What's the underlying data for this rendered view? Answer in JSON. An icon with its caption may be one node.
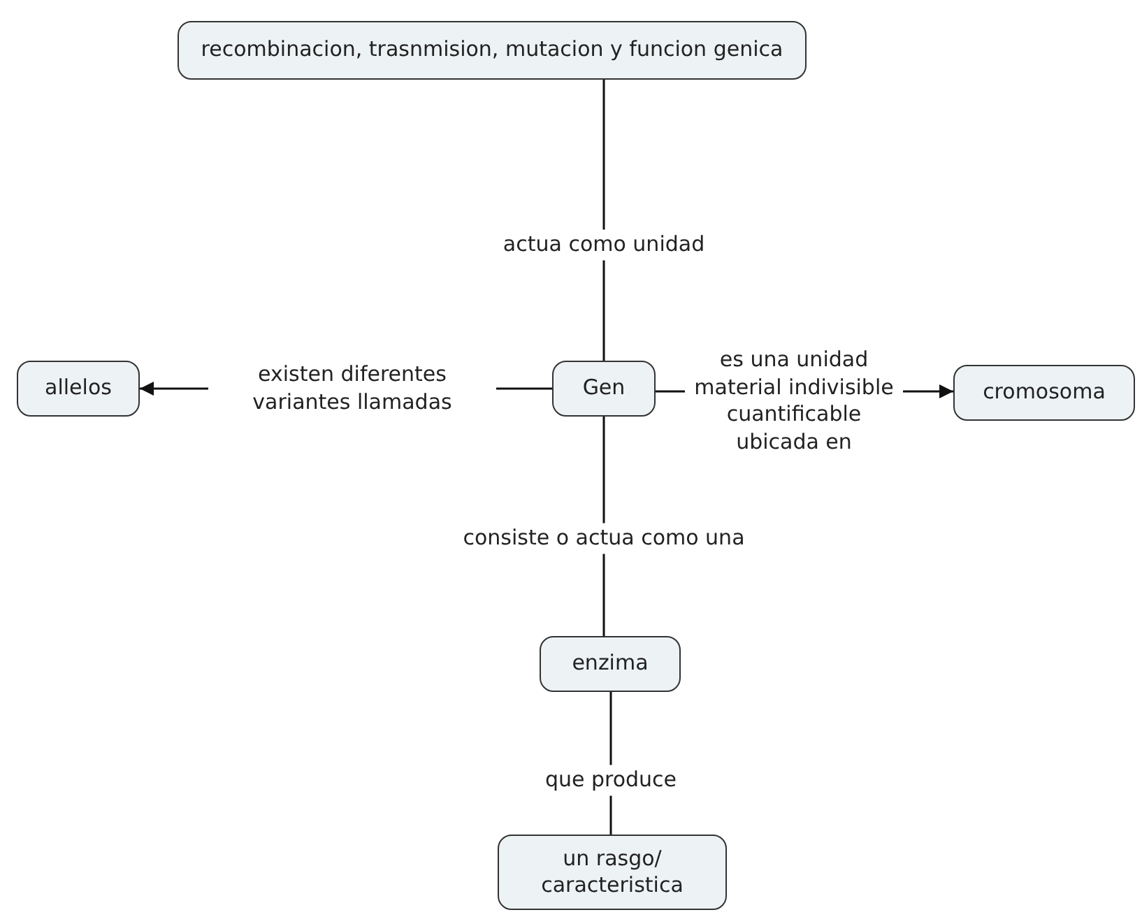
{
  "diagram": {
    "nodes": [
      {
        "text": [
          "recombinacion, trasnmision, mutacion y funcion genica"
        ]
      },
      {
        "text": [
          "Gen"
        ]
      },
      {
        "text": [
          "allelos"
        ]
      },
      {
        "text": [
          "cromosoma"
        ]
      },
      {
        "text": [
          "enzima"
        ]
      },
      {
        "text": [
          "un rasgo/ caracteristica"
        ]
      }
    ],
    "edges": [
      {
        "from": 1,
        "to": 0,
        "arrow": "none",
        "label": "actua como unidad"
      },
      {
        "from": 1,
        "to": 2,
        "arrow": "to",
        "label": "existen diferentes variantes llamadas"
      },
      {
        "from": 1,
        "to": 3,
        "arrow": "to",
        "label": "es una unidad material indivisible cuantificable ubicada en"
      },
      {
        "from": 1,
        "to": 4,
        "arrow": "none",
        "label": "consiste o actua como una"
      },
      {
        "from": 4,
        "to": 5,
        "arrow": "none",
        "label": "que produce"
      }
    ]
  }
}
